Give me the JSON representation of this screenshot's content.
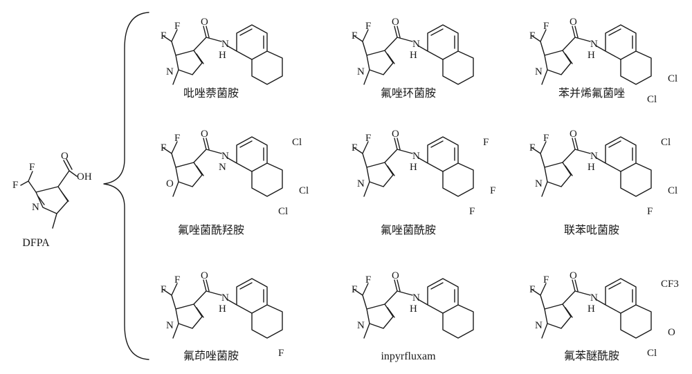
{
  "diagram": {
    "precursor": {
      "label": "DFPA",
      "atoms": {
        "f1": "F",
        "f2": "F",
        "n": "N",
        "o": "O",
        "oh": "OH"
      }
    },
    "compounds": [
      {
        "name": "吡唑萘菌胺",
        "atoms": [
          "F",
          "F",
          "O",
          "N",
          "H",
          "N"
        ]
      },
      {
        "name": "氟唑环菌胺",
        "atoms": [
          "F",
          "F",
          "O",
          "N",
          "H",
          "N"
        ]
      },
      {
        "name": "苯并烯氟菌唑",
        "atoms": [
          "F",
          "F",
          "O",
          "N",
          "H",
          "N",
          "Cl",
          "Cl"
        ]
      },
      {
        "name": "氟唑菌酰羟胺",
        "atoms": [
          "F",
          "F",
          "O",
          "N",
          "N",
          "O",
          "Cl",
          "Cl",
          "Cl"
        ]
      },
      {
        "name": "氟唑菌酰胺",
        "atoms": [
          "F",
          "F",
          "O",
          "N",
          "H",
          "N",
          "F",
          "F",
          "F"
        ]
      },
      {
        "name": "联苯吡菌胺",
        "atoms": [
          "F",
          "F",
          "O",
          "N",
          "H",
          "N",
          "F",
          "Cl",
          "Cl"
        ]
      },
      {
        "name": "氟茚唑菌胺",
        "atoms": [
          "F",
          "F",
          "O",
          "N",
          "H",
          "N",
          "F"
        ]
      },
      {
        "name": "inpyrfluxam",
        "atoms": [
          "F",
          "F",
          "O",
          "N",
          "H",
          "N"
        ]
      },
      {
        "name": "氟苯醚酰胺",
        "atoms": [
          "F",
          "F",
          "O",
          "N",
          "H",
          "N",
          "Cl",
          "O",
          "CF3"
        ]
      }
    ]
  }
}
